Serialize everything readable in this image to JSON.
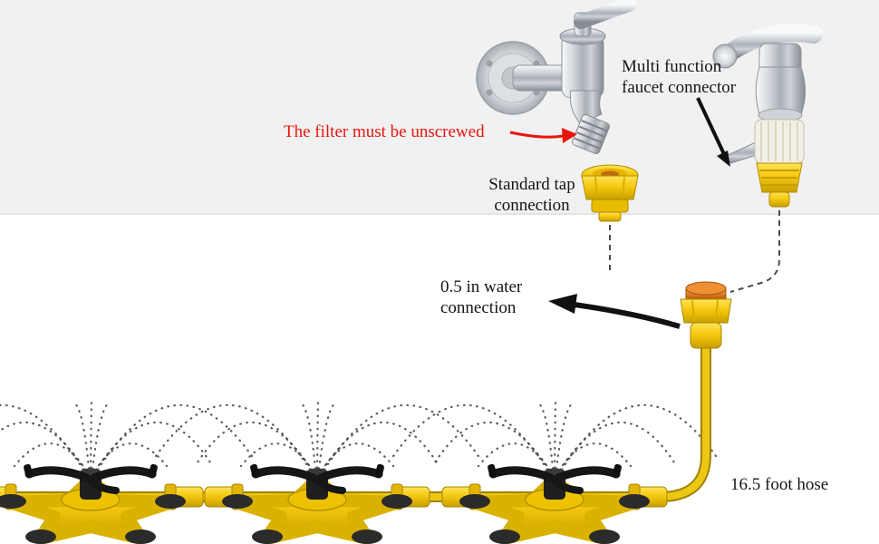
{
  "scene": {
    "type": "annotated-product-diagram",
    "subject": "garden sprinkler set with faucet connectors and hose"
  },
  "labels": {
    "filter_note": "The filter must be unscrewed",
    "multi_function_connector": "Multi function\nfaucet connector",
    "standard_tap_connection": "Standard tap\nconnection",
    "water_connection": "0.5 in water\nconnection",
    "hose_length": "16.5 foot hose"
  },
  "colors": {
    "note_red": "#e8150d",
    "annotation_black": "#111111",
    "hose_yellow": "#ecc714",
    "connector_yellow": "#f6c90f",
    "connector_orange": "#ef8f33",
    "sprinkler_black": "#1f1f1f",
    "background_band": "#f1f1f1"
  }
}
